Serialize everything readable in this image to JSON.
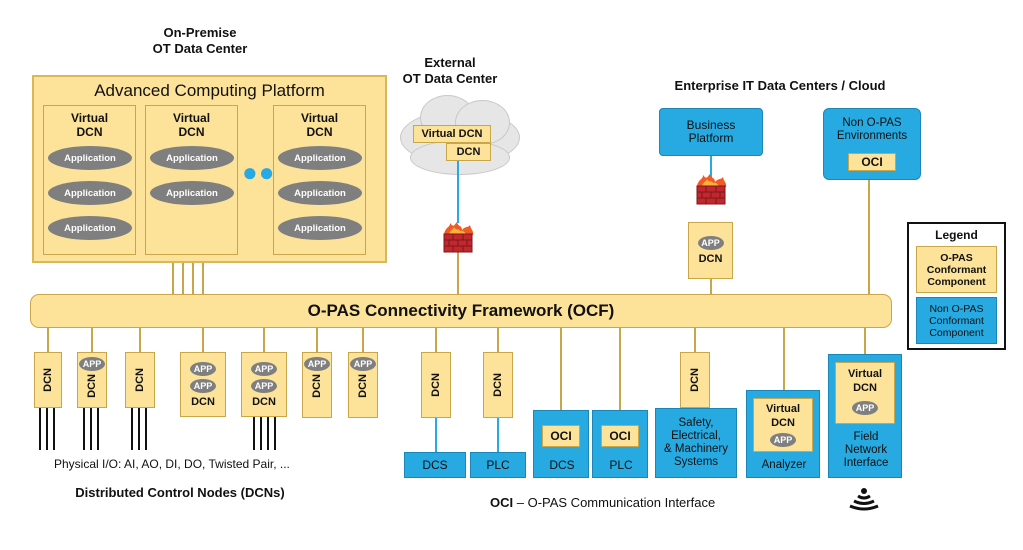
{
  "headings": {
    "onprem": "On-Premise\nOT Data Center",
    "external": "External\nOT Data Center",
    "enterprise": "Enterprise IT Data Centers / Cloud"
  },
  "acp": {
    "title": "Advanced Computing Platform",
    "vdcn_label": "Virtual\nDCN",
    "app_label": "Application",
    "dots": "●●●"
  },
  "external_dc": {
    "vdcn": "Virtual DCN",
    "dcn": "DCN"
  },
  "enterprise": {
    "business": "Business\nPlatform",
    "non_opas": "Non O-PAS\nEnvironments",
    "oci": "OCI",
    "app": "APP",
    "dcn": "DCN"
  },
  "ocf": {
    "label": "O-PAS Connectivity Framework (OCF)"
  },
  "nodes": {
    "dcn": "DCN",
    "app": "APP"
  },
  "devices": {
    "dcs": "DCS",
    "plc": "PLC",
    "oci": "OCI",
    "safety": "Safety,\nElectrical,\n& Machinery\nSystems",
    "analyzer_vdcn": "Virtual\nDCN",
    "analyzer": "Analyzer",
    "field_vdcn": "Virtual\nDCN",
    "field": "Field\nNetwork\nInterface"
  },
  "captions": {
    "physical_io": "Physical I/O: AI, AO, DI, DO, Twisted Pair, ...",
    "dcns": "Distributed Control Nodes (DCNs)",
    "oci_bold": "OCI",
    "oci_rest": " – O-PAS Communication Interface"
  },
  "legend": {
    "title": "Legend",
    "conformant": "O-PAS\nConformant\nComponent",
    "nonconformant": "Non O-PAS\nConformant\nComponent"
  },
  "colors": {
    "yellow": "#fde39a",
    "blue": "#27a9e1",
    "gray": "#7f7f7f",
    "line": "#c9a64a"
  }
}
